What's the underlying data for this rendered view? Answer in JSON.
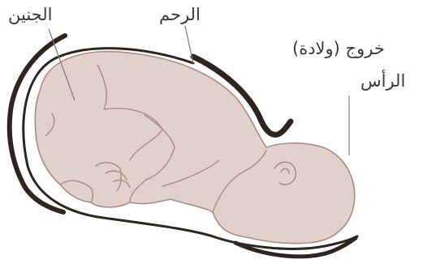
{
  "labels": {
    "fetus": "الجنين",
    "uterus": "الرحم",
    "crowning_line1": "خروج (ولادة)",
    "crowning_line2": "الرأس"
  },
  "colors": {
    "fetus_fill": "#e2d0ca",
    "fetus_outline": "#a98e86",
    "uterus_wall": "#2e2422",
    "text": "#3a3a3a",
    "leader_line": "#7a7a7a"
  }
}
